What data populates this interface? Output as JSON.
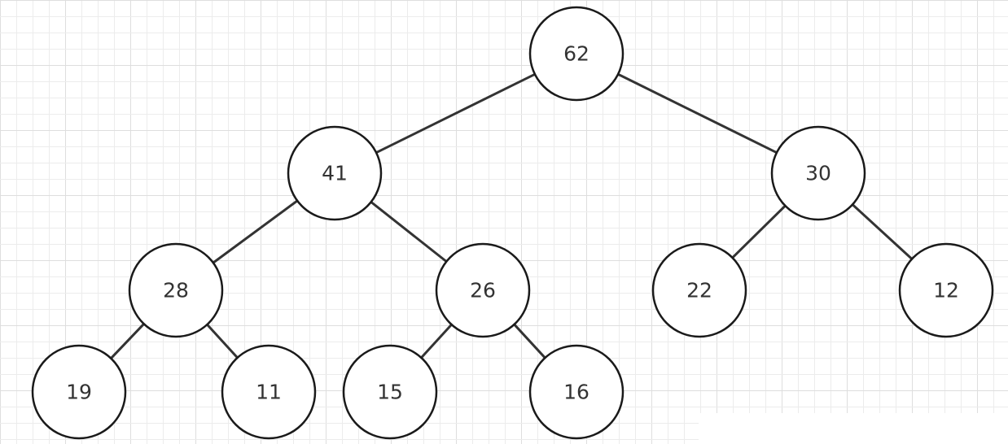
{
  "tree": {
    "nodes": [
      {
        "id": "n62",
        "label": "62"
      },
      {
        "id": "n41",
        "label": "41"
      },
      {
        "id": "n30",
        "label": "30"
      },
      {
        "id": "n28",
        "label": "28"
      },
      {
        "id": "n26",
        "label": "26"
      },
      {
        "id": "n22",
        "label": "22"
      },
      {
        "id": "n12",
        "label": "12"
      },
      {
        "id": "n19",
        "label": "19"
      },
      {
        "id": "n11",
        "label": "11"
      },
      {
        "id": "n15",
        "label": "15"
      },
      {
        "id": "n16",
        "label": "16"
      }
    ],
    "edges": [
      {
        "from": "n62",
        "to": "n41"
      },
      {
        "from": "n62",
        "to": "n30"
      },
      {
        "from": "n41",
        "to": "n28"
      },
      {
        "from": "n41",
        "to": "n26"
      },
      {
        "from": "n30",
        "to": "n22"
      },
      {
        "from": "n30",
        "to": "n12"
      },
      {
        "from": "n28",
        "to": "n19"
      },
      {
        "from": "n28",
        "to": "n11"
      },
      {
        "from": "n26",
        "to": "n15"
      },
      {
        "from": "n26",
        "to": "n16"
      }
    ]
  },
  "colors": {
    "background": "#ffffff",
    "grid_minor": "#ececec",
    "grid_major": "#dedede",
    "edge": "#333333",
    "node_stroke": "#1a1a1a",
    "label": "#333333"
  }
}
